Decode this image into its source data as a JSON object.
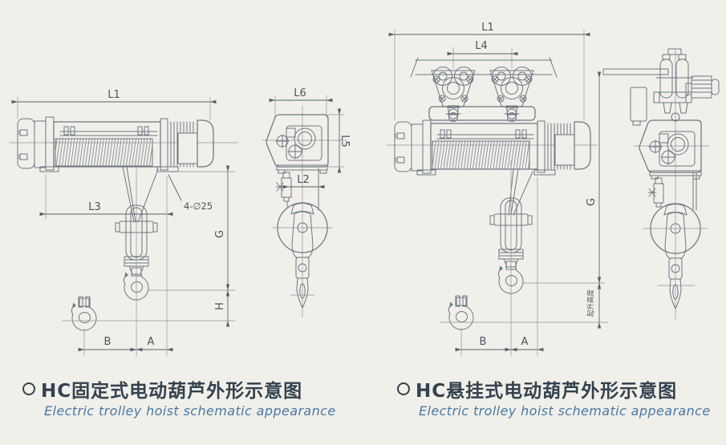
{
  "colors": {
    "paper": "#f1efe9",
    "line": "#6d7782",
    "dimension_text": "#49545f",
    "caption_zh": "#33424f",
    "caption_en": "#4979a6"
  },
  "views": {
    "fixed_front": {
      "name": "HC fixed type electric hoist - front view",
      "labels": {
        "l1": "L1",
        "l3": "L3",
        "holes": "4-∅25",
        "g": "G",
        "h": "H",
        "b": "B",
        "a": "A"
      }
    },
    "fixed_side": {
      "name": "HC fixed type electric hoist - side view",
      "labels": {
        "l6": "L6",
        "l5": "L5",
        "l2": "L2"
      }
    },
    "suspended_front": {
      "name": "HC suspended type electric hoist - front view with trolleys",
      "labels": {
        "l1": "L1",
        "l4": "L4",
        "g": "G",
        "lifting_height": "起升高度",
        "b": "B",
        "a": "A"
      }
    },
    "suspended_side": {
      "name": "HC suspended type electric hoist - side view"
    }
  },
  "captions": {
    "fixed": {
      "zh": "HC固定式电动葫芦外形示意图",
      "en": "Electric trolley hoist schematic appearance"
    },
    "suspended": {
      "zh": "HC悬挂式电动葫芦外形示意图",
      "en": "Electric trolley hoist schematic appearance"
    }
  }
}
